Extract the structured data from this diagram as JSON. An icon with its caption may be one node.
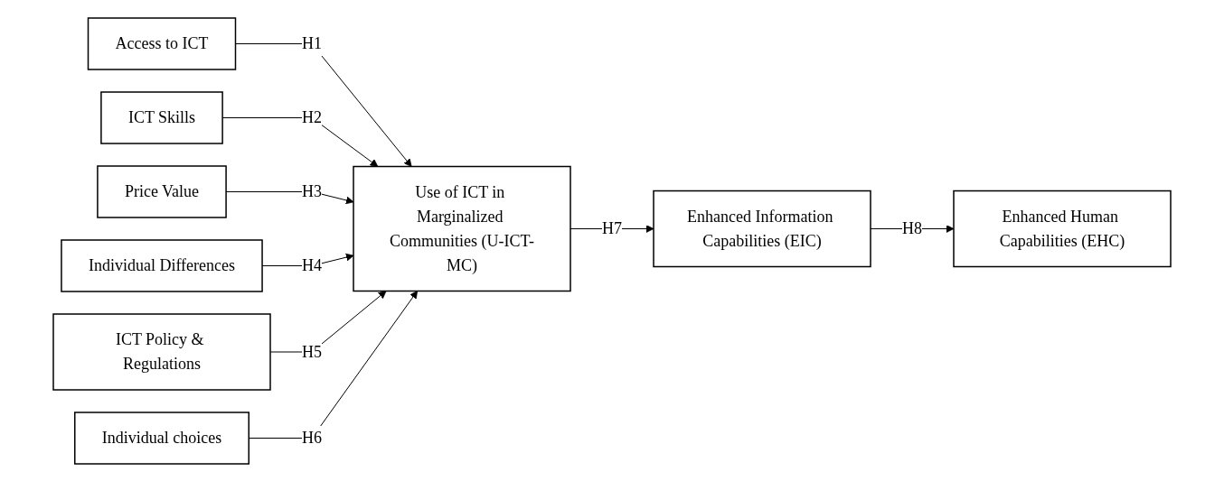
{
  "diagram": {
    "nodes": [
      {
        "text": [
          "Access to ICT"
        ]
      },
      {
        "text": [
          "ICT Skills"
        ]
      },
      {
        "text": [
          "Price Value"
        ]
      },
      {
        "text": [
          "Individual Differences"
        ]
      },
      {
        "text": [
          "ICT Policy & Regulations"
        ]
      },
      {
        "text": [
          "Individual choices"
        ]
      },
      {
        "text": [
          "Use of ICT in Marginalized Communities (U-ICT-MC)"
        ]
      },
      {
        "text": [
          "Enhanced Information Capabilities (EIC)"
        ]
      },
      {
        "text": [
          "Enhanced Human Capabilities (EHC)"
        ]
      }
    ],
    "edges": [
      {
        "from": 0,
        "to": 6,
        "arrow": "to",
        "label": "H1"
      },
      {
        "from": 1,
        "to": 6,
        "arrow": "to",
        "label": "H2"
      },
      {
        "from": 2,
        "to": 6,
        "arrow": "to",
        "label": "H3"
      },
      {
        "from": 3,
        "to": 6,
        "arrow": "to",
        "label": "H4"
      },
      {
        "from": 4,
        "to": 6,
        "arrow": "to",
        "label": "H5"
      },
      {
        "from": 5,
        "to": 6,
        "arrow": "to",
        "label": "H6"
      },
      {
        "from": 6,
        "to": 7,
        "arrow": "to",
        "label": "H7"
      },
      {
        "from": 7,
        "to": 8,
        "arrow": "to",
        "label": "H8"
      }
    ]
  }
}
